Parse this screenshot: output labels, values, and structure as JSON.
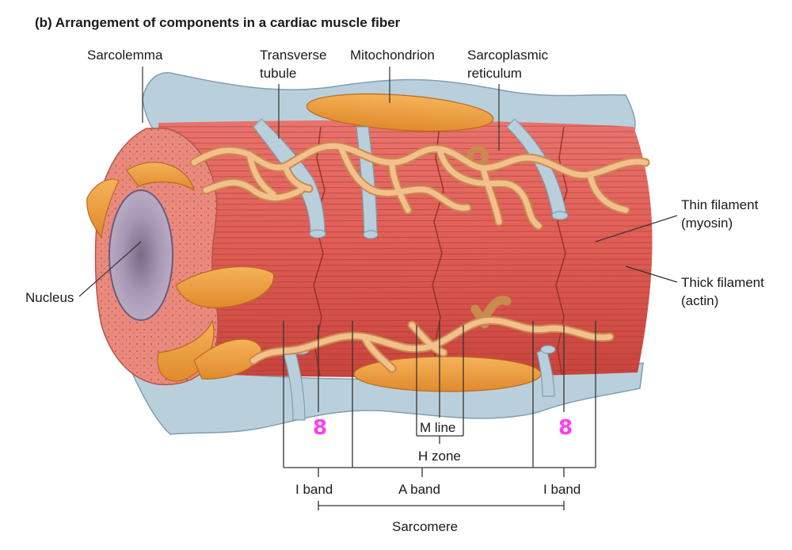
{
  "title": "(b) Arrangement of components in a cardiac muscle fiber",
  "labels": {
    "sarcolemma": "Sarcolemma",
    "transverse_tubule": [
      "Transverse",
      "tubule"
    ],
    "mitochondrion": "Mitochondrion",
    "sarcoplasmic_reticulum": [
      "Sarcoplasmic",
      "reticulum"
    ],
    "thin_filament": [
      "Thin filament",
      "(myosin)"
    ],
    "thick_filament": [
      "Thick filament",
      "(actin)"
    ],
    "nucleus": "Nucleus",
    "m_line": "M line",
    "h_zone": "H zone",
    "i_band_left": "I band",
    "a_band": "A band",
    "i_band_right": "I band",
    "sarcomere": "Sarcomere"
  },
  "markers": {
    "z_disc_left": "8",
    "z_disc_right": "8"
  },
  "colors": {
    "membrane": "#b9d0dc",
    "muscle": "#d9534f",
    "muscle_light": "#ee8a80",
    "mitochondrion": "#f0a040",
    "reticulum": "#f3c08d",
    "nucleus": "#9b88a8",
    "marker": "#ff3df5"
  }
}
